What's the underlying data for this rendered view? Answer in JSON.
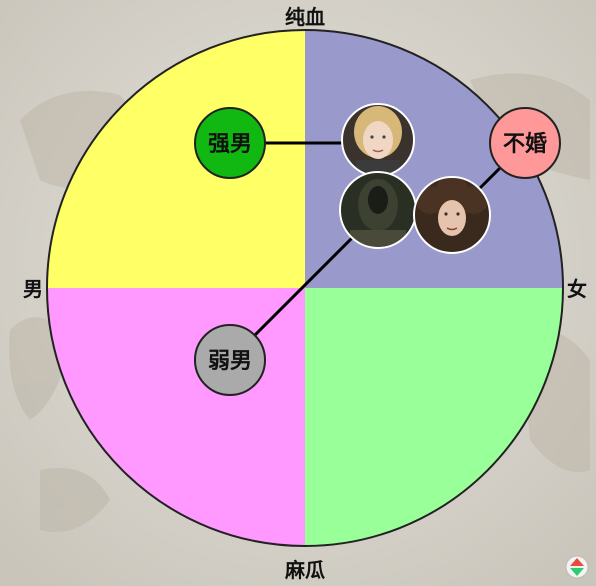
{
  "axes": {
    "top": "纯血",
    "bottom": "麻瓜",
    "left": "男",
    "right": "女"
  },
  "quadrant_colors": {
    "top_left": "#ffff66",
    "top_right": "#9999cc",
    "bottom_left": "#ff99ff",
    "bottom_right": "#99ff99"
  },
  "nodes": {
    "strong_male": {
      "label": "强男",
      "color": "#11b811"
    },
    "unmarried": {
      "label": "不婚",
      "color": "#ff9999"
    },
    "weak_male": {
      "label": "弱男",
      "color": "#aaaaaa"
    }
  },
  "portraits": [
    {
      "name": "blonde-portrait",
      "icon": "portrait-blonde-woman"
    },
    {
      "name": "dark-portrait",
      "icon": "portrait-dark-figure"
    },
    {
      "name": "curly-portrait",
      "icon": "portrait-curly-hair-woman"
    }
  ]
}
